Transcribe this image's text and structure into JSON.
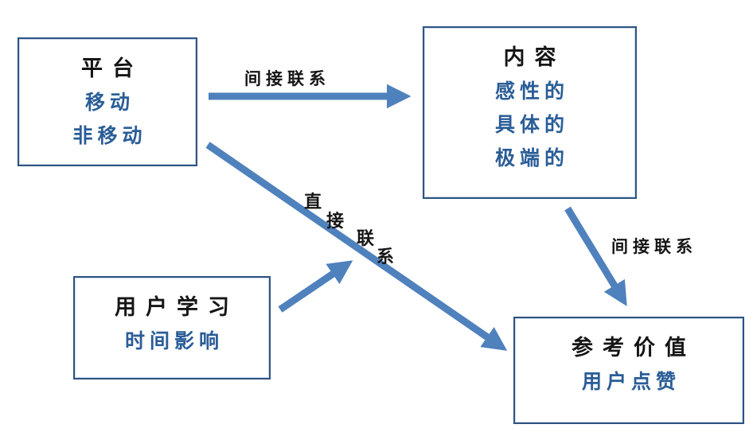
{
  "colors": {
    "background": "#ffffff",
    "arrow": "#4f81bd",
    "box_border": "#2f5380",
    "box_inner_glow": "#c9daef",
    "title_text": "#151515",
    "accent_text": "#2a5d97",
    "label_text": "#151515"
  },
  "boxes": {
    "platform": {
      "title": "平台",
      "items": [
        "移动",
        "非移动"
      ]
    },
    "content": {
      "title": "内容",
      "items": [
        "感性的",
        "具体的",
        "极端的"
      ]
    },
    "user_learning": {
      "title": "用户学习",
      "items": [
        "时间影响"
      ]
    },
    "reference_value": {
      "title": "参考价值",
      "items": [
        "用户点赞"
      ]
    }
  },
  "arrows": {
    "platform_to_content": {
      "label": "间接联系",
      "type": "indirect"
    },
    "content_to_reference": {
      "label": "间接联系",
      "type": "indirect"
    },
    "platform_to_reference": {
      "label": "直接联系",
      "type": "direct",
      "chars": [
        "直",
        "接",
        "联",
        "系"
      ]
    },
    "user_learning_to_direct_link": {
      "type": "moderation"
    }
  }
}
